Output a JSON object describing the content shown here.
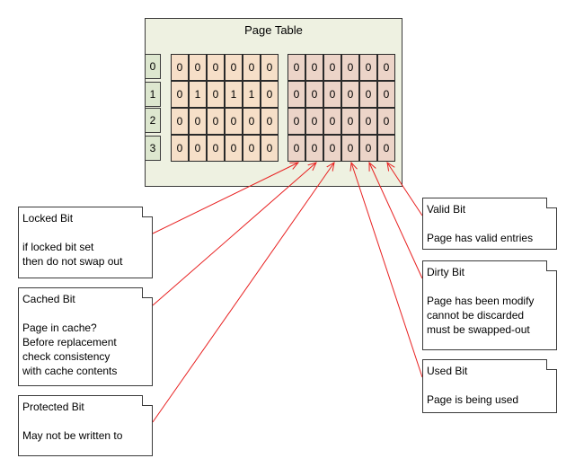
{
  "page_table": {
    "title": "Page Table",
    "row_indices": [
      "0",
      "1",
      "2",
      "3"
    ],
    "left_bits": [
      [
        "0",
        "0",
        "0",
        "0",
        "0",
        "0"
      ],
      [
        "0",
        "1",
        "0",
        "1",
        "1",
        "0"
      ],
      [
        "0",
        "0",
        "0",
        "0",
        "0",
        "0"
      ],
      [
        "0",
        "0",
        "0",
        "0",
        "0",
        "0"
      ]
    ],
    "right_bits": [
      [
        "0",
        "0",
        "0",
        "0",
        "0",
        "0"
      ],
      [
        "0",
        "0",
        "0",
        "0",
        "0",
        "0"
      ],
      [
        "0",
        "0",
        "0",
        "0",
        "0",
        "0"
      ],
      [
        "0",
        "0",
        "0",
        "0",
        "0",
        "0"
      ]
    ]
  },
  "notes": {
    "locked": {
      "title": "Locked Bit",
      "lines": [
        "",
        "if locked bit set",
        "then do not swap out"
      ]
    },
    "cached": {
      "title": "Cached Bit",
      "lines": [
        "",
        "Page in cache?",
        "Before replacement",
        "check consistency",
        "with cache contents"
      ]
    },
    "protected": {
      "title": "Protected Bit",
      "lines": [
        "",
        "May not be written to"
      ]
    },
    "valid": {
      "title": "Valid Bit",
      "lines": [
        "",
        "Page has valid entries"
      ]
    },
    "dirty": {
      "title": "Dirty Bit",
      "lines": [
        "",
        "Page has been modify",
        "cannot be discarded",
        "must be swapped-out"
      ]
    },
    "used": {
      "title": "Used Bit",
      "lines": [
        "",
        "Page is being used"
      ]
    }
  },
  "colors": {
    "frame_bg": "#eef1e1",
    "index_bg": "#dde7cf",
    "left_group_bg": "#f6dfc8",
    "right_group_bg": "#ecd4c8",
    "arrow": "#e82020"
  }
}
